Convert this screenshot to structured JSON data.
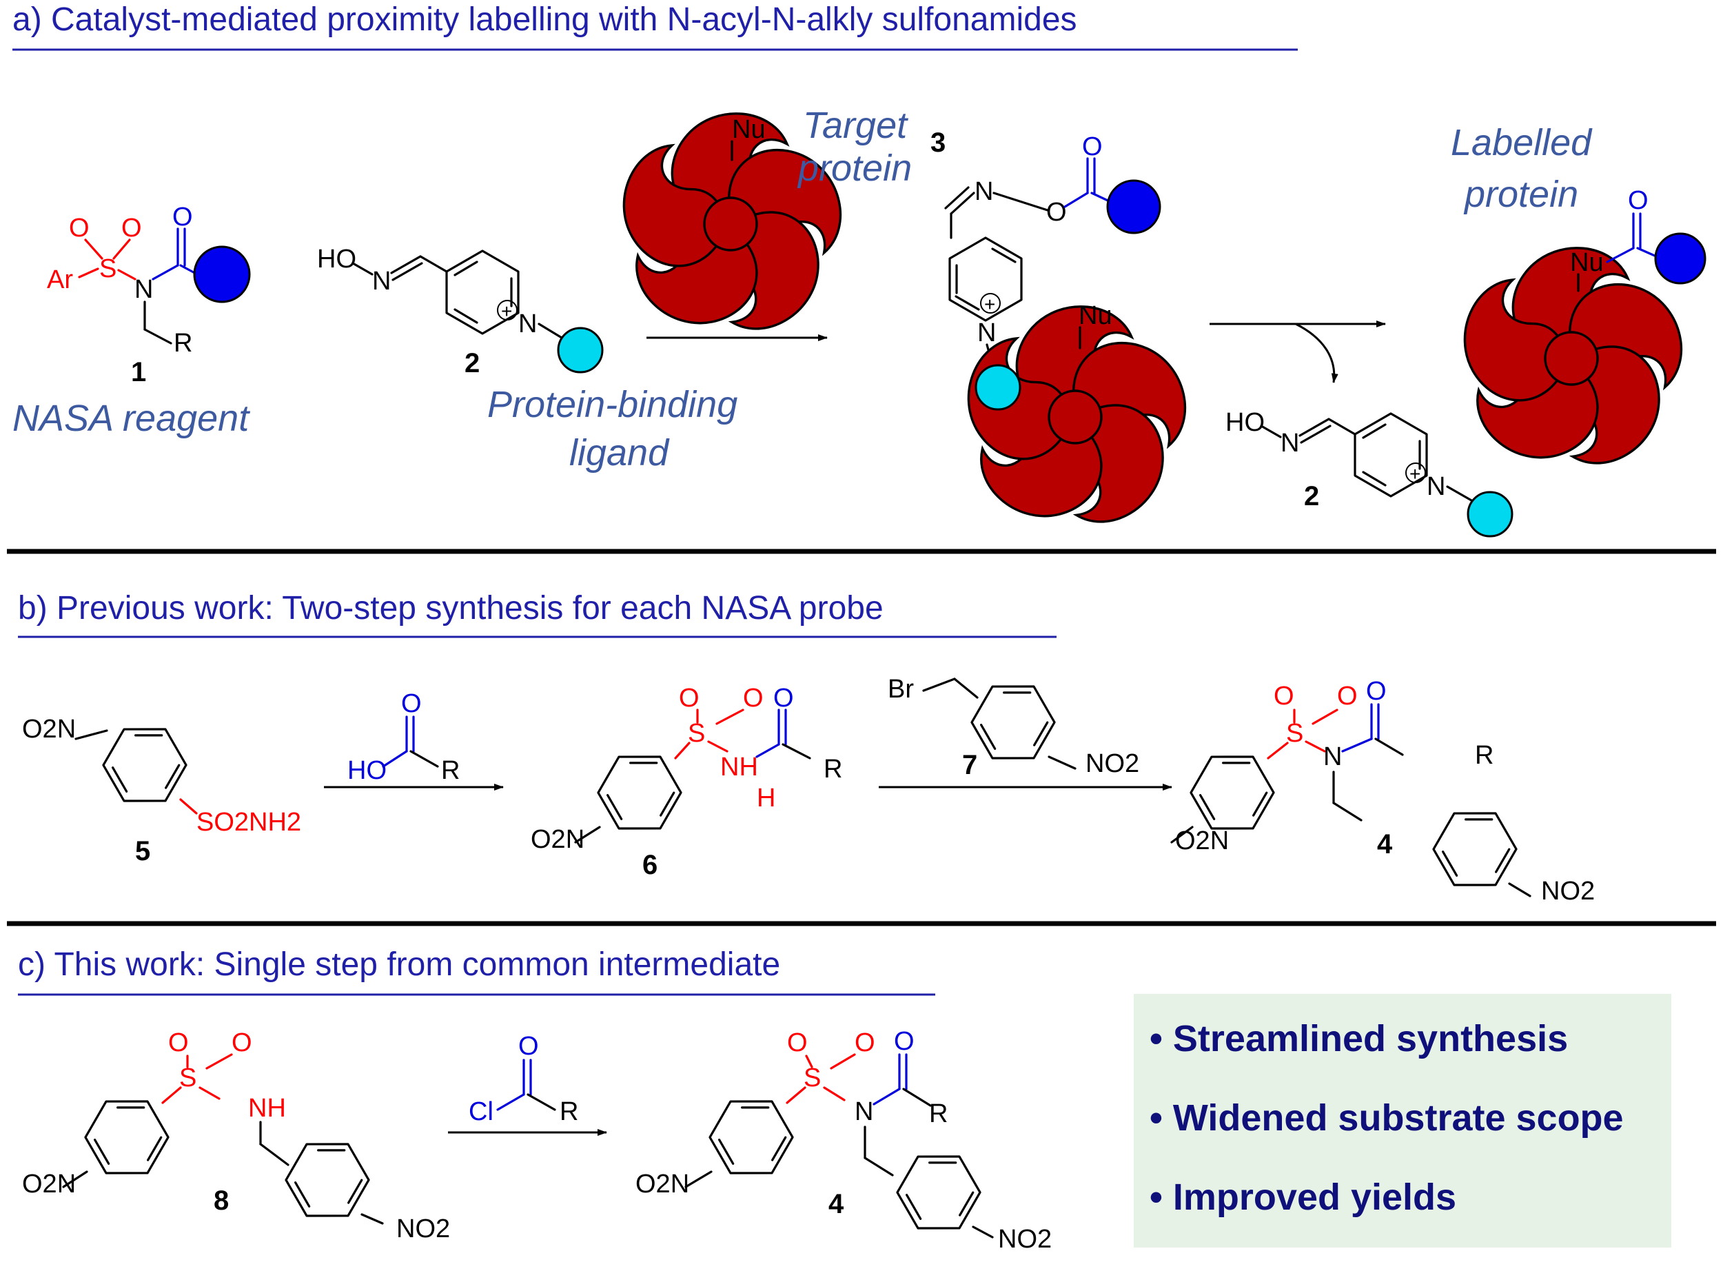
{
  "headers": {
    "a": "a) Catalyst-mediated proximity labelling with N-acyl-N-alkly sulfonamides",
    "b": "b) Previous work: Two-step synthesis for each NASA probe",
    "c": "c) This work: Single step from common intermediate"
  },
  "captions": {
    "nasa_reagent": "NASA reagent",
    "protein_binding_1": "Protein-binding",
    "protein_binding_2": "ligand",
    "target_1": "Target",
    "target_2": "protein",
    "labelled_1": "Labelled",
    "labelled_2": "protein"
  },
  "compound_numbers": {
    "c1": "1",
    "c2": "2",
    "c3": "3",
    "c4": "4",
    "c5": "5",
    "c6": "6",
    "c7": "7",
    "c8": "8"
  },
  "atoms": {
    "O": "O",
    "S": "S",
    "N": "N",
    "Ar": "Ar",
    "R": "R",
    "HO": "HO",
    "Nu": "Nu",
    "H": "H",
    "NH": "NH",
    "Br": "Br",
    "Cl": "Cl",
    "plus": "+",
    "O2N": "O2N",
    "NO2": "NO2",
    "SO2NH2": "SO2NH2"
  },
  "bullets": [
    "• Streamlined synthesis",
    "• Widened substrate scope",
    "• Improved yields"
  ],
  "colors": {
    "header_text": "#1f1fa8",
    "header_rule": "#1f1fa8",
    "sulfonyl_red": "#ff0000",
    "acyl_blue": "#0000dd",
    "payload_sphere": "#0000ee",
    "ligand_sphere": "#00d8f0",
    "protein": "#b80000",
    "caption_italic": "#3d5aa0",
    "bullet_box": "#e6f2e6",
    "bullet_text": "#10107a"
  }
}
